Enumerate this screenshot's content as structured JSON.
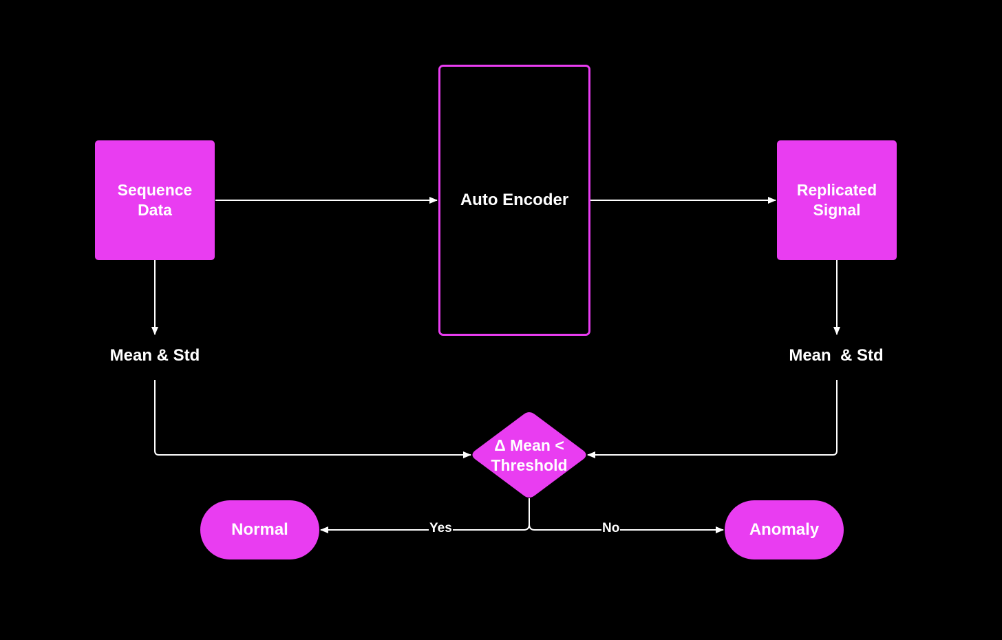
{
  "colors": {
    "background": "#000000",
    "node_fill": "#e93df1",
    "node_stroke": "#e93df1",
    "text": "#ffffff",
    "edge": "#ffffff"
  },
  "nodes": {
    "sequence_data": "Sequence\nData",
    "auto_encoder": "Auto Encoder",
    "replicated_signal": "Replicated\nSignal",
    "mean_std_left": "Mean & Std",
    "mean_std_right": "Mean  & Std",
    "decision": "Δ Mean <\nThreshold",
    "normal": "Normal",
    "anomaly": "Anomaly"
  },
  "edges": {
    "yes_label": "Yes",
    "no_label": "No"
  }
}
